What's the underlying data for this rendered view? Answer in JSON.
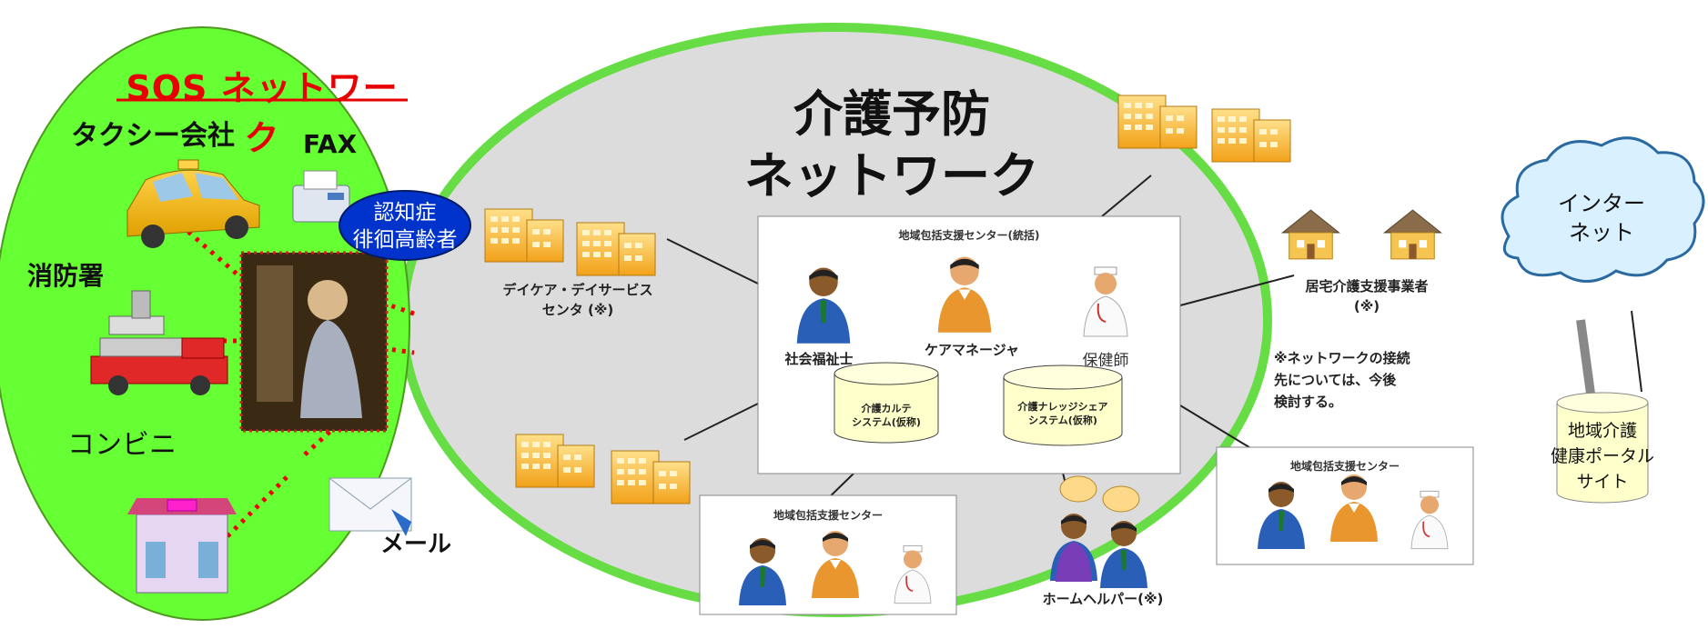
{
  "sos": {
    "title": "SOS ネットワーク",
    "taxi_label": "タクシー会社",
    "fax_label": "FAX",
    "fire_label": "消防署",
    "store_label": "コンビニ",
    "mail_label": "メール",
    "elder_badge": [
      "認知症",
      "徘徊高齢者"
    ]
  },
  "prevention": {
    "title_line1": "介護予防",
    "title_line2": "ネットワーク",
    "daycare_label": [
      "デイケア・デイサービス",
      "センタ (※)"
    ],
    "home_care_label": [
      "居宅介護支援事業者",
      "(※)"
    ],
    "note": [
      "※ネットワークの接続",
      "先については、今後",
      "検討する。"
    ],
    "helper_label": "ホームヘルパー(※)",
    "center_main": {
      "title": "地域包括支援センター(統括)",
      "roles": [
        "社会福祉士",
        "ケアマネージャ",
        "保健師"
      ],
      "systems": [
        [
          "介護カルテ",
          "システム(仮称)"
        ],
        [
          "介護ナレッジシェア",
          "システム(仮称)"
        ]
      ]
    },
    "center_small": "地域包括支援センター"
  },
  "internet": {
    "cloud_label": [
      "インター",
      "ネット"
    ],
    "portal_label": [
      "地域介護",
      "健康ポータル",
      "サイト"
    ]
  },
  "colors": {
    "sos_fill": "#66ff33",
    "prevention_fill": "#dcdcdc",
    "prevention_border": "#66dd44",
    "title_red": "#e60000",
    "badge_blue": "#0033cc",
    "cloud_fill": "#d8f0ff",
    "cylinder_fill": "#ffffcc"
  }
}
